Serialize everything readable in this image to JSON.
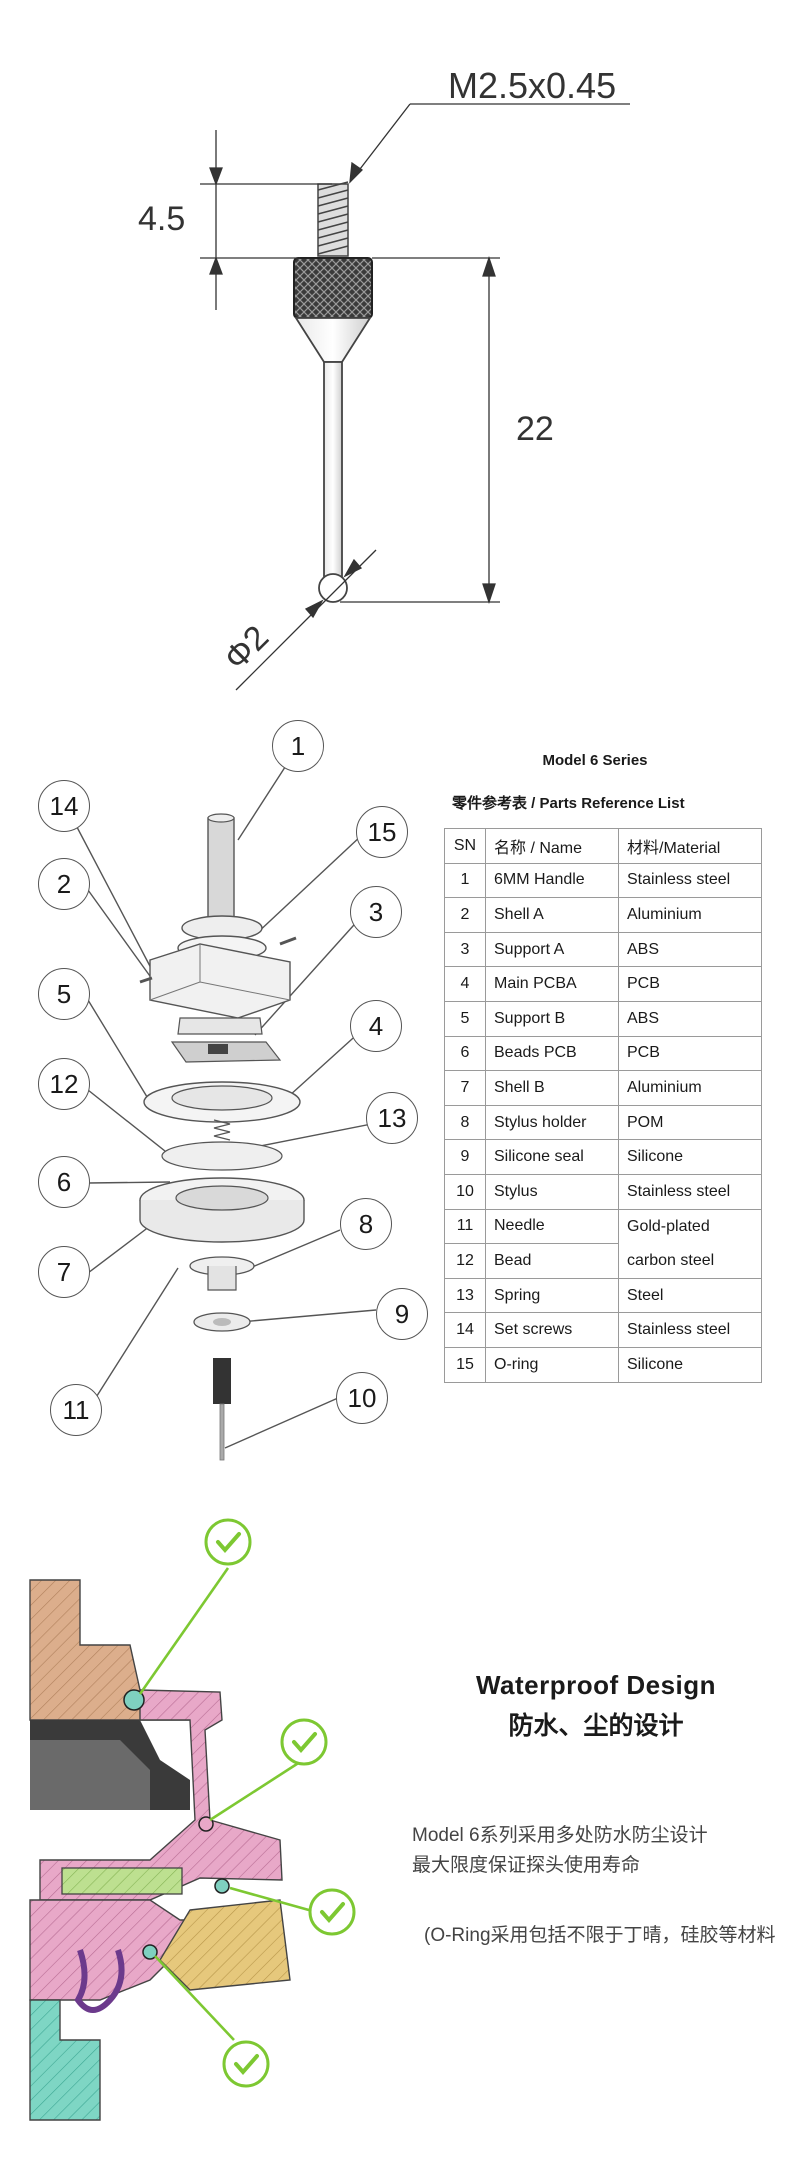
{
  "dimension_drawing": {
    "thread_label": "M2.5x0.45",
    "thread_length_label": "4.5",
    "total_length_label": "22",
    "tip_diameter_label": "Φ2"
  },
  "parts": {
    "title": "Model 6 Series",
    "subtitle": "零件参考表 / Parts Reference List",
    "headers": {
      "sn": "SN",
      "name": "名称 / Name",
      "material": "材料/Material"
    },
    "rows": [
      {
        "sn": "1",
        "name": "6MM Handle",
        "material": "Stainless steel"
      },
      {
        "sn": "2",
        "name": "Shell A",
        "material": "Aluminium"
      },
      {
        "sn": "3",
        "name": "Support A",
        "material": "ABS"
      },
      {
        "sn": "4",
        "name": "Main PCBA",
        "material": "PCB"
      },
      {
        "sn": "5",
        "name": "Support B",
        "material": "ABS"
      },
      {
        "sn": "6",
        "name": "Beads PCB",
        "material": "PCB"
      },
      {
        "sn": "7",
        "name": "Shell B",
        "material": "Aluminium"
      },
      {
        "sn": "8",
        "name": "Stylus holder",
        "material": "POM"
      },
      {
        "sn": "9",
        "name": "Silicone seal",
        "material": "Silicone"
      },
      {
        "sn": "10",
        "name": "Stylus",
        "material": "Stainless steel"
      },
      {
        "sn": "11",
        "name": "Needle",
        "material": "Gold-plated"
      },
      {
        "sn": "12",
        "name": "Bead",
        "material": "carbon steel"
      },
      {
        "sn": "13",
        "name": "Spring",
        "material": "Steel"
      },
      {
        "sn": "14",
        "name": "Set screws",
        "material": "Stainless steel"
      },
      {
        "sn": "15",
        "name": "O-ring",
        "material": "Silicone"
      }
    ],
    "callouts": [
      "1",
      "14",
      "15",
      "2",
      "3",
      "5",
      "4",
      "12",
      "13",
      "6",
      "8",
      "7",
      "9",
      "11",
      "10"
    ]
  },
  "waterproof": {
    "title_en": "Waterproof Design",
    "title_cn": "防水、尘的设计",
    "line1": "Model 6系列采用多处防水防尘设计",
    "line2": "最大限度保证探头使用寿命",
    "note": "(O-Ring采用包括不限于丁晴，硅胶等材料",
    "check_icon": "checkmark-icon",
    "colors": {
      "check": "#7dc832",
      "housing_tan": "#dcae8c",
      "housing_pink": "#e8a8c8",
      "pcb_green": "#bde090",
      "base_teal": "#7ed6c4",
      "gold": "#e6c87c",
      "oring": "#7fd0c0"
    }
  }
}
